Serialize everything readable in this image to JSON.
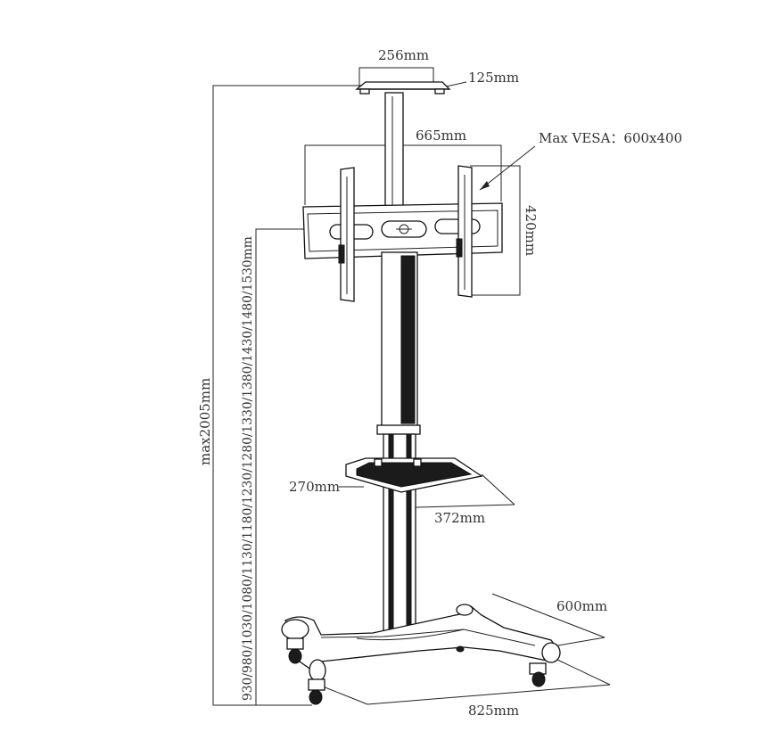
{
  "dimensions": {
    "top_width": "256mm",
    "top_depth": "125mm",
    "mount_width": "665mm",
    "vesa_callout": "Max VESA：600x400",
    "mount_height": "420mm",
    "total_height": "max2005mm",
    "adjustable_heights": "930/980/1030/1080/1130/1180/1230/1280/1330/1380/1430/1480/1530mm",
    "shelf_depth": "270mm",
    "shelf_width": "372mm",
    "base_depth": "600mm",
    "base_width": "825mm"
  }
}
